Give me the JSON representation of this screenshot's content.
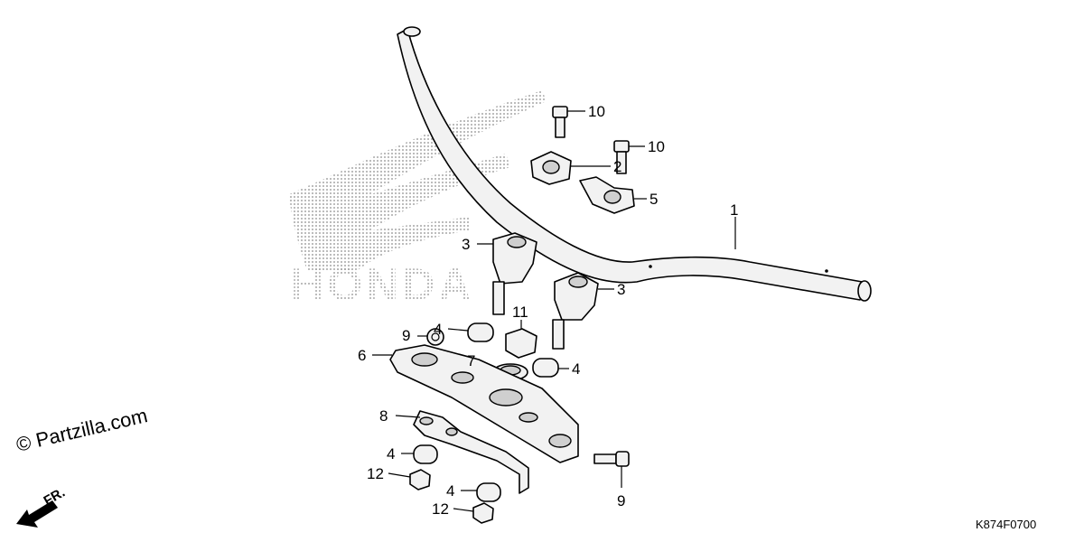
{
  "watermark": {
    "brand": "HONDA"
  },
  "copyright": "© Partzilla.com",
  "direction_label": "FR.",
  "diagram_code": "K874F0700",
  "callouts": {
    "c1": "1",
    "c2": "2",
    "c3a": "3",
    "c3b": "3",
    "c4a": "4",
    "c4b": "4",
    "c4c": "4",
    "c4d": "4",
    "c5": "5",
    "c6": "6",
    "c7": "7",
    "c8": "8",
    "c9a": "9",
    "c9b": "9",
    "c10a": "10",
    "c10b": "10",
    "c11": "11",
    "c12a": "12",
    "c12b": "12"
  }
}
